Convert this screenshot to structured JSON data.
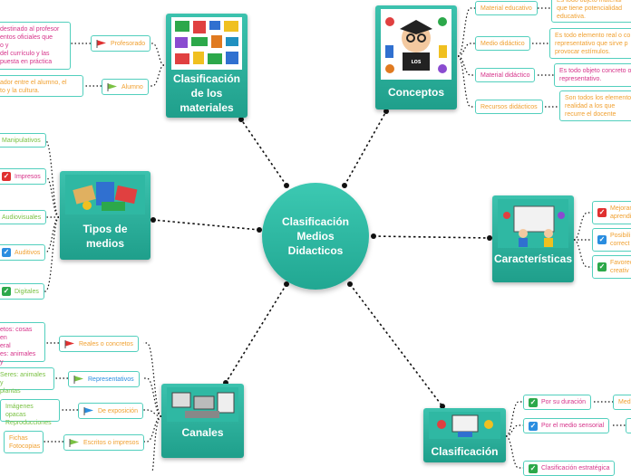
{
  "center": {
    "title": "Clasificación Medios Didacticos"
  },
  "colors": {
    "teal": "#25b09b",
    "line": "#52cfbd",
    "orange": "#f0a030",
    "pink": "#d6338a",
    "green": "#7ac143",
    "red": "#e03030",
    "blue": "#2a8de0"
  },
  "topics": {
    "materiales": {
      "title": "Clasificación de los materiales"
    },
    "conceptos": {
      "title": "Conceptos"
    },
    "tipos": {
      "title": "Tipos de medios"
    },
    "caracteristicas": {
      "title": "Características"
    },
    "canales": {
      "title": "Canales"
    },
    "clasificacion": {
      "title": "Clasificación"
    }
  },
  "materiales": {
    "profesorado": {
      "label": "Profesorado",
      "note": "destinado al profesor\nentos oficiales que\no y\ndel currículo y las\npuesta en práctica"
    },
    "alumno": {
      "label": "Alumno",
      "note": "ador entre el alumno, el\nto y la cultura."
    }
  },
  "conceptos": {
    "items": [
      {
        "label": "Material educativo",
        "note": "Es todo objeto material\nque tiene potencialidad\neducativa."
      },
      {
        "label": "Medio didáctico",
        "note": "Es todo elemento real o co\nrepresentativo que sirve p\nprovocar estímulos."
      },
      {
        "label": "Material didáctico",
        "note": "Es todo objeto concreto o\nrepresentativo."
      },
      {
        "label": "Recursos didácticos",
        "note": "Son todos los elemento\nrealidad a los que\nrecurre el docente"
      }
    ]
  },
  "tipos": {
    "items": [
      {
        "label": "Manipulativos"
      },
      {
        "label": "Impresos"
      },
      {
        "label": "Audiovisuales"
      },
      {
        "label": "Auditivos"
      },
      {
        "label": "Digitales"
      }
    ]
  },
  "caracteristicas": {
    "items": [
      {
        "label": "Mejoran\naprendi"
      },
      {
        "label": "Posibili\ncorrect"
      },
      {
        "label": "Favorec\ncreativ"
      }
    ]
  },
  "canales": {
    "items": [
      {
        "label": "Reales o concretos",
        "note": "etos: cosas en\neral\nes: animales y\ntas"
      },
      {
        "label": "Representativos",
        "note": "Seres: animales y\nplantas"
      },
      {
        "label": "De exposición",
        "note": "Imágenes opacas\nReproducciones"
      },
      {
        "label": "Escritos o impresos",
        "note": "Fichas\nFotocopias"
      }
    ]
  },
  "clasificacion": {
    "items": [
      {
        "label": "Por su duración",
        "note": "Medi"
      },
      {
        "label": "Por el medio sensorial",
        "note": ""
      },
      {
        "label": "Clasificación estratégica",
        "note": ""
      }
    ]
  }
}
